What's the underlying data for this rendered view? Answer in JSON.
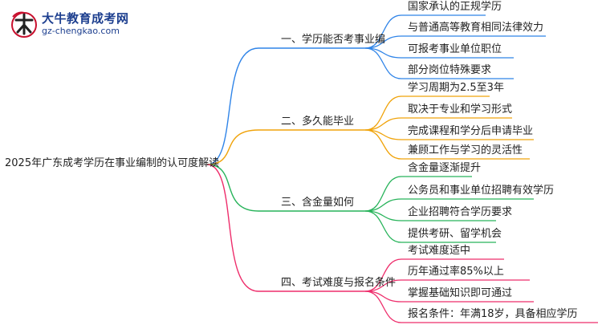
{
  "logo": {
    "title": "大牛教育成考网",
    "url": "gz-chengkao.com",
    "mark_text": "大牛"
  },
  "root": {
    "label": "2025年广东成考学历在事业编制的认可度解读"
  },
  "branches": [
    {
      "label": "一、学历能否考事业编",
      "color": "#2f84e8",
      "leaves": [
        "国家承认的正规学历",
        "与普通高等教育相同法律效力",
        "可报考事业单位职位",
        "部分岗位特殊要求"
      ]
    },
    {
      "label": "二、多久能毕业",
      "color": "#f0a30a",
      "leaves": [
        "学习周期为2.5至3年",
        "取决于专业和学习形式",
        "完成课程和学分后申请毕业",
        "兼顾工作与学习的灵活性"
      ]
    },
    {
      "label": "三、含金量如何",
      "color": "#27b35a",
      "leaves": [
        "含金量逐渐提升",
        "公务员和事业单位招聘有效学历",
        "企业招聘符合学历要求",
        "提供考研、留学机会"
      ]
    },
    {
      "label": "四、考试难度与报名条件",
      "color": "#ee2d6b",
      "leaves": [
        "考试难度适中",
        "历年通过率85%以上",
        "掌握基础知识即可通过",
        "报名条件：年满18岁，具备相应学历"
      ]
    }
  ]
}
